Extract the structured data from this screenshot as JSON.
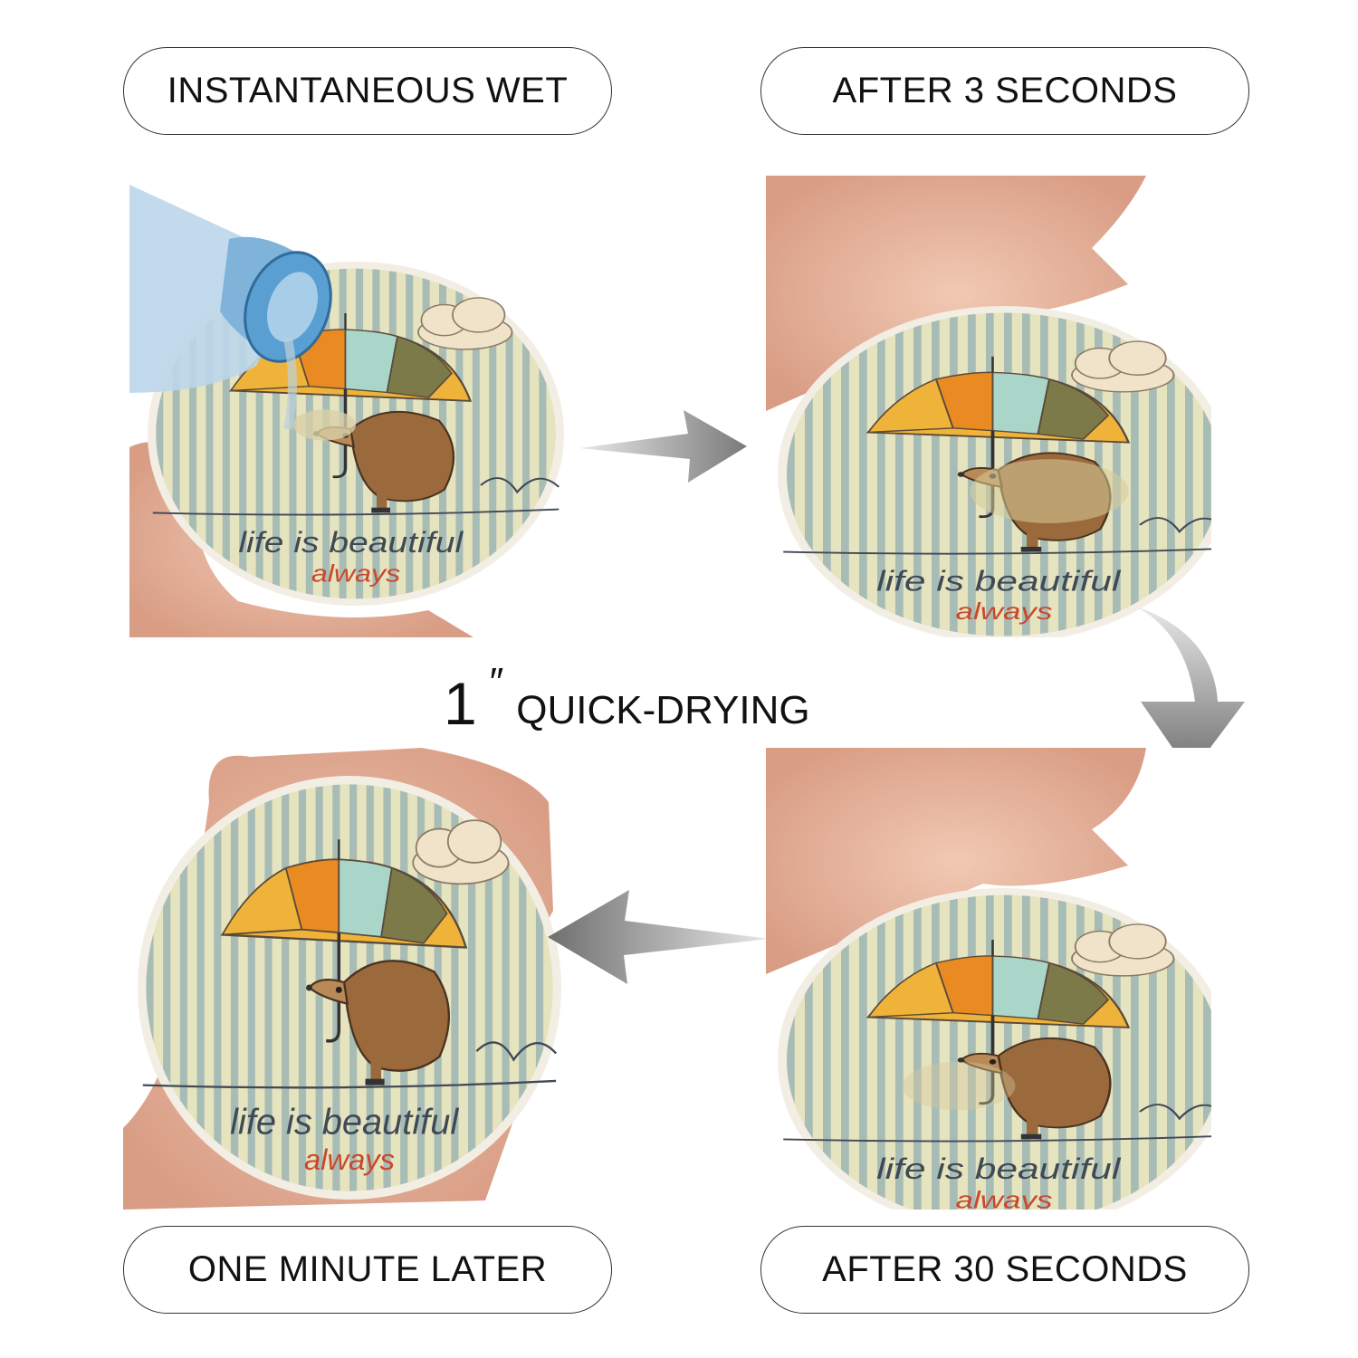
{
  "labels": {
    "top_left": "INSTANTANEOUS WET",
    "top_right": "AFTER 3 SECONDS",
    "bottom_left": "ONE MINUTE LATER",
    "bottom_right": "AFTER 30 SECONDS"
  },
  "center": {
    "number": "1",
    "mark": "″",
    "text": "QUICK-DRYING"
  },
  "coaster": {
    "line1": "life is beautiful",
    "line2": "always"
  },
  "colors": {
    "stripe_light": "#e6e3bf",
    "stripe_blue": "#9fb5b0",
    "umbrella_orange": "#e98a22",
    "umbrella_yellow": "#f0b33a",
    "umbrella_teal": "#a9d6c8",
    "umbrella_olive": "#7d7a4a",
    "hedgehog": "#9b6a3c",
    "text_dark": "#3f4a55",
    "text_red": "#c9482c",
    "arrow": "#8a8a8a"
  },
  "icons": [
    "water-bottle-icon",
    "hand-icon",
    "coaster-icon",
    "arrow-right-icon",
    "arrow-down-icon",
    "arrow-left-icon"
  ]
}
